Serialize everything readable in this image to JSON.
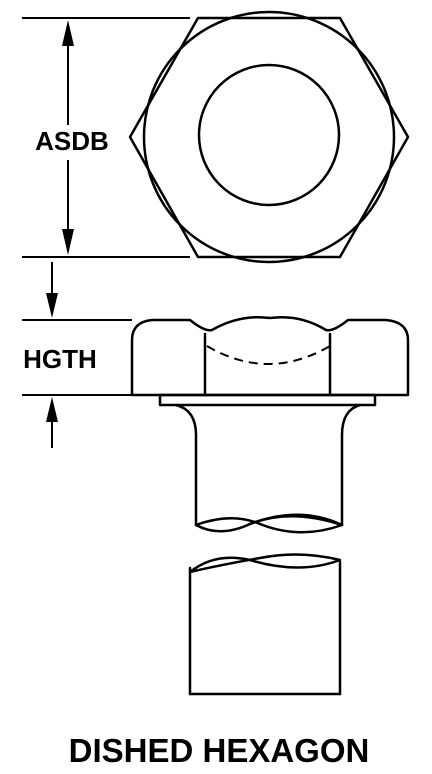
{
  "title": "DISHED HEXAGON",
  "dimensions": {
    "across_flats_label": "ASDB",
    "height_label": "HGTH"
  },
  "colors": {
    "line": "#000000",
    "background": "#ffffff"
  }
}
